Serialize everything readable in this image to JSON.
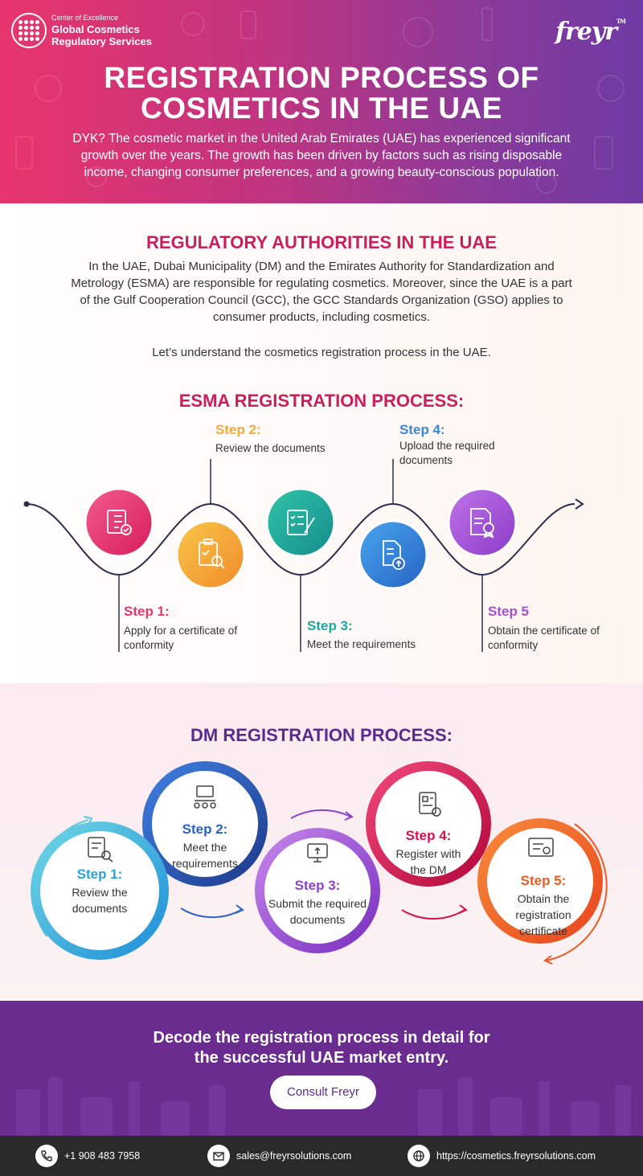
{
  "header": {
    "brand_coe": "Center of Excellence",
    "brand_name": "Global Cosmetics Regulatory Services",
    "logo": "freyr",
    "logo_tm": "TM",
    "title_line1": "REGISTRATION PROCESS OF",
    "title_line2": "COSMETICS IN THE UAE",
    "dyk": "DYK? The cosmetic market in the United Arab Emirates (UAE) has experienced significant growth over the years. The growth has been driven by factors such as rising disposable income, changing consumer preferences, and a growing beauty-conscious population."
  },
  "regulatory": {
    "title": "REGULATORY AUTHORITIES IN THE UAE",
    "body": "In the UAE, Dubai Municipality (DM) and the Emirates Authority for Standardization and Metrology (ESMA) are responsible for regulating cosmetics. Moreover, since the UAE is a part of the Gulf Cooperation Council (GCC), the GCC Standards Organization (GSO) applies to consumer products, including cosmetics.",
    "lets": "Let’s understand the cosmetics registration process in the UAE."
  },
  "esma": {
    "title": "ESMA REGISTRATION PROCESS:",
    "steps": [
      {
        "label": "Step 1:",
        "desc": "Apply for a certificate of conformity",
        "color": "#e8356d",
        "icon": "checklist-icon"
      },
      {
        "label": "Step 2:",
        "desc": "Review the documents",
        "color": "#f4a93a",
        "icon": "clipboard-search-icon"
      },
      {
        "label": "Step 3:",
        "desc": "Meet the requirements",
        "color": "#1aa9a0",
        "icon": "document-pen-icon"
      },
      {
        "label": "Step 4:",
        "desc": "Upload the required documents",
        "color": "#3a88d6",
        "icon": "document-upload-icon"
      },
      {
        "label": "Step 5",
        "desc": "Obtain the certificate of conformity",
        "color": "#a550d6",
        "icon": "certificate-icon"
      }
    ]
  },
  "dm": {
    "title": "DM REGISTRATION PROCESS:",
    "steps": [
      {
        "label": "Step 1:",
        "desc": "Review the documents",
        "color": "#27a4da",
        "icon": "document-search-icon"
      },
      {
        "label": "Step 2:",
        "desc": "Meet the requirements",
        "color": "#2a62c4",
        "icon": "meeting-icon"
      },
      {
        "label": "Step 3:",
        "desc": "Submit the required documents",
        "color": "#8a44c8",
        "icon": "monitor-upload-icon"
      },
      {
        "label": "Step 4:",
        "desc": "Register with the DM",
        "color": "#d3134a",
        "icon": "registration-form-icon"
      },
      {
        "label": "Step 5:",
        "desc": "Obtain the registration certificate",
        "color": "#ee5a22",
        "icon": "certificate-icon"
      }
    ]
  },
  "cta": {
    "line1": "Decode the registration process in detail for",
    "line2": "the successful UAE market entry.",
    "button": "Consult Freyr"
  },
  "footer": {
    "phone": "+1 908 483 7958",
    "email": "sales@freyrsolutions.com",
    "url": "https://cosmetics.freyrsolutions.com"
  }
}
